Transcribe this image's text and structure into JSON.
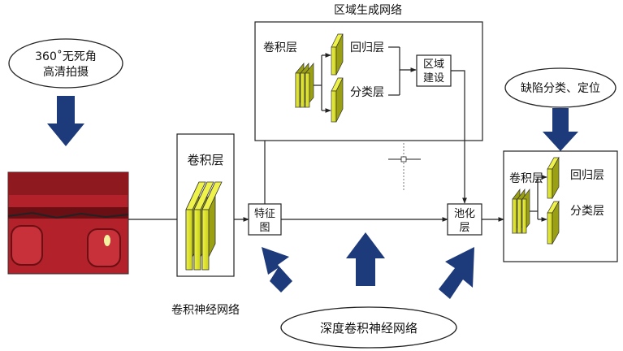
{
  "top_ellipse": {
    "line1": "360˚无死角",
    "line2": "高清拍摄"
  },
  "cnn_box_label": "卷积层",
  "cnn_caption": "卷积神经网络",
  "feature_map": {
    "line1": "特征",
    "line2": "图"
  },
  "rpn": {
    "title": "区域生成网络",
    "conv_label": "卷积层",
    "regression_label": "回归层",
    "classification_label": "分类层",
    "region_build": {
      "line1": "区域",
      "line2": "建设"
    }
  },
  "pooling": {
    "line1": "池化",
    "line2": "层"
  },
  "right_callout": "缺陷分类、定位",
  "right_box": {
    "conv_label": "卷积层",
    "regression_label": "回归层",
    "classification_label": "分类层"
  },
  "bottom_ellipse": "深度卷积神经网络",
  "colors": {
    "arrow_navy": "#1d3a7a",
    "layer_yellow": "#d9de1f",
    "layer_yellow_side": "#9aa012",
    "photo_red": "#b3222a"
  }
}
